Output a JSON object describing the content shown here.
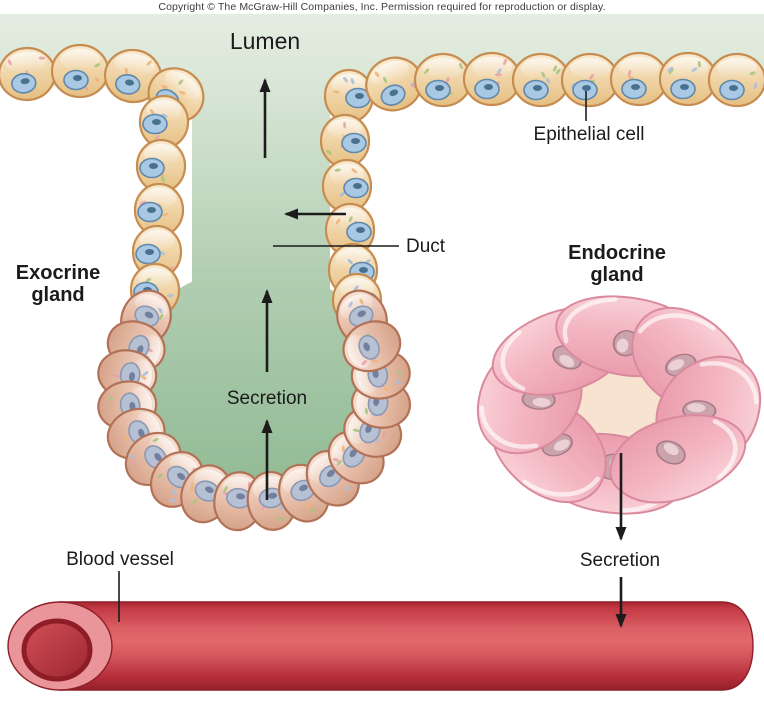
{
  "copyright": "Copyright © The McGraw-Hill Companies, Inc. Permission required for reproduction or display.",
  "labels": {
    "lumen": "Lumen",
    "epithelial_cell": "Epithelial cell",
    "duct": "Duct",
    "exocrine_gland": {
      "line1": "Exocrine",
      "line2": "gland"
    },
    "endocrine_gland": {
      "line1": "Endocrine",
      "line2": "gland"
    },
    "secretion_exocrine": "Secretion",
    "secretion_endocrine": "Secretion",
    "blood_vessel": "Blood vessel"
  },
  "colors": {
    "text_dark": "#1b1b1b",
    "lumen_green": "#dfe9dc",
    "duct_green_deep": "#8cb890",
    "epithelial_fill": "#f0d4a6",
    "epithelial_border": "#c68c50",
    "nucleus_blue": "#a8c8e4",
    "nucleus_blue_border": "#5f88ab",
    "secretory_fill": "#e8c0ab",
    "secretory_border": "#b27257",
    "secretory_nucleus": "#b6c1d4",
    "secretory_nucleus_border": "#8b98b4",
    "endocrine_pink": "#f3b5c0",
    "endocrine_border": "#d98a9c",
    "endocrine_nucleus": "#cba3ad",
    "gland_center_cream": "#f7e3d0",
    "vessel_red": "#d4555b",
    "vessel_dark": "#8c1f28",
    "arrow_black": "#1c1c1c"
  }
}
